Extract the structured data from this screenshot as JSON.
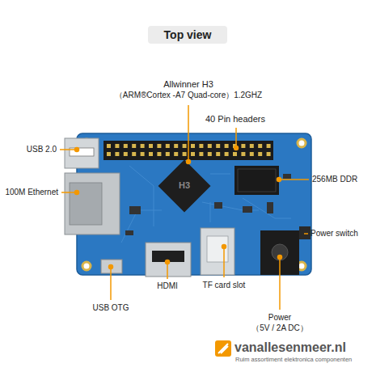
{
  "diagram": {
    "title": "Top view",
    "labels": [
      "H3",
      "Allwinner H3",
      "（ARM®Cortex  -A7 Quad-core）1.2GHZ",
      "40 Pin headers",
      "USB 2.0",
      "100M Ethernet",
      "256MB DDR",
      "Power switch",
      "HDMI",
      "TF card slot",
      "USB OTG",
      "Power",
      "（5V / 2A DC）",
      "vanallesenmeer.nl",
      "Ruim assortiment elektronica componenten"
    ]
  }
}
